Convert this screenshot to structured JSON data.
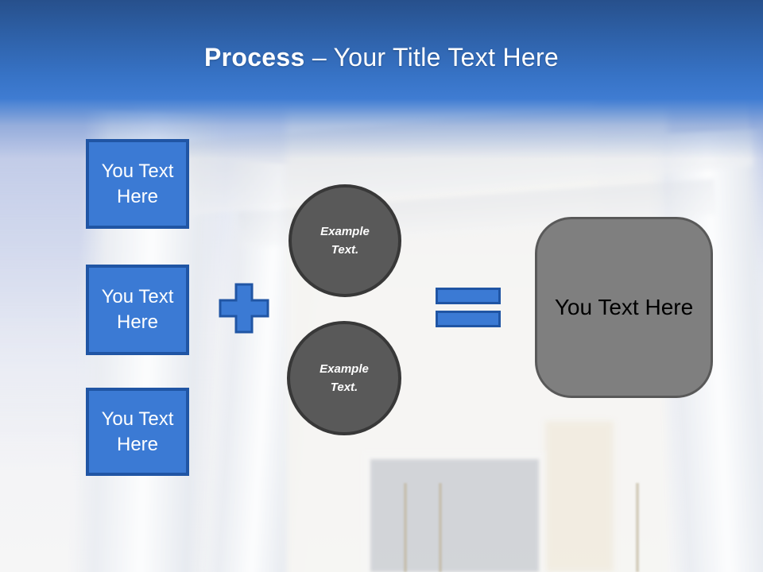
{
  "title": {
    "bold": "Process",
    "rest": "– Your Title Text Here"
  },
  "left_boxes": [
    {
      "label": "You Text Here"
    },
    {
      "label": "You Text Here"
    },
    {
      "label": "You Text Here"
    }
  ],
  "operator_icons": {
    "plus": "plus-icon",
    "equals": "equals-icon"
  },
  "circles": [
    {
      "label": "Example Text."
    },
    {
      "label": "Example Text."
    }
  ],
  "result_box": {
    "label": "You Text Here"
  },
  "colors": {
    "accent_blue": "#3B7AD4",
    "accent_blue_border": "#2055A4",
    "header_top": "#27508C",
    "header_bottom": "#3F7CD2",
    "circle_fill": "#595959",
    "circle_border": "#383838",
    "result_fill": "#7F7F7F",
    "result_border": "#595959",
    "title_text": "#FFFFFF"
  }
}
